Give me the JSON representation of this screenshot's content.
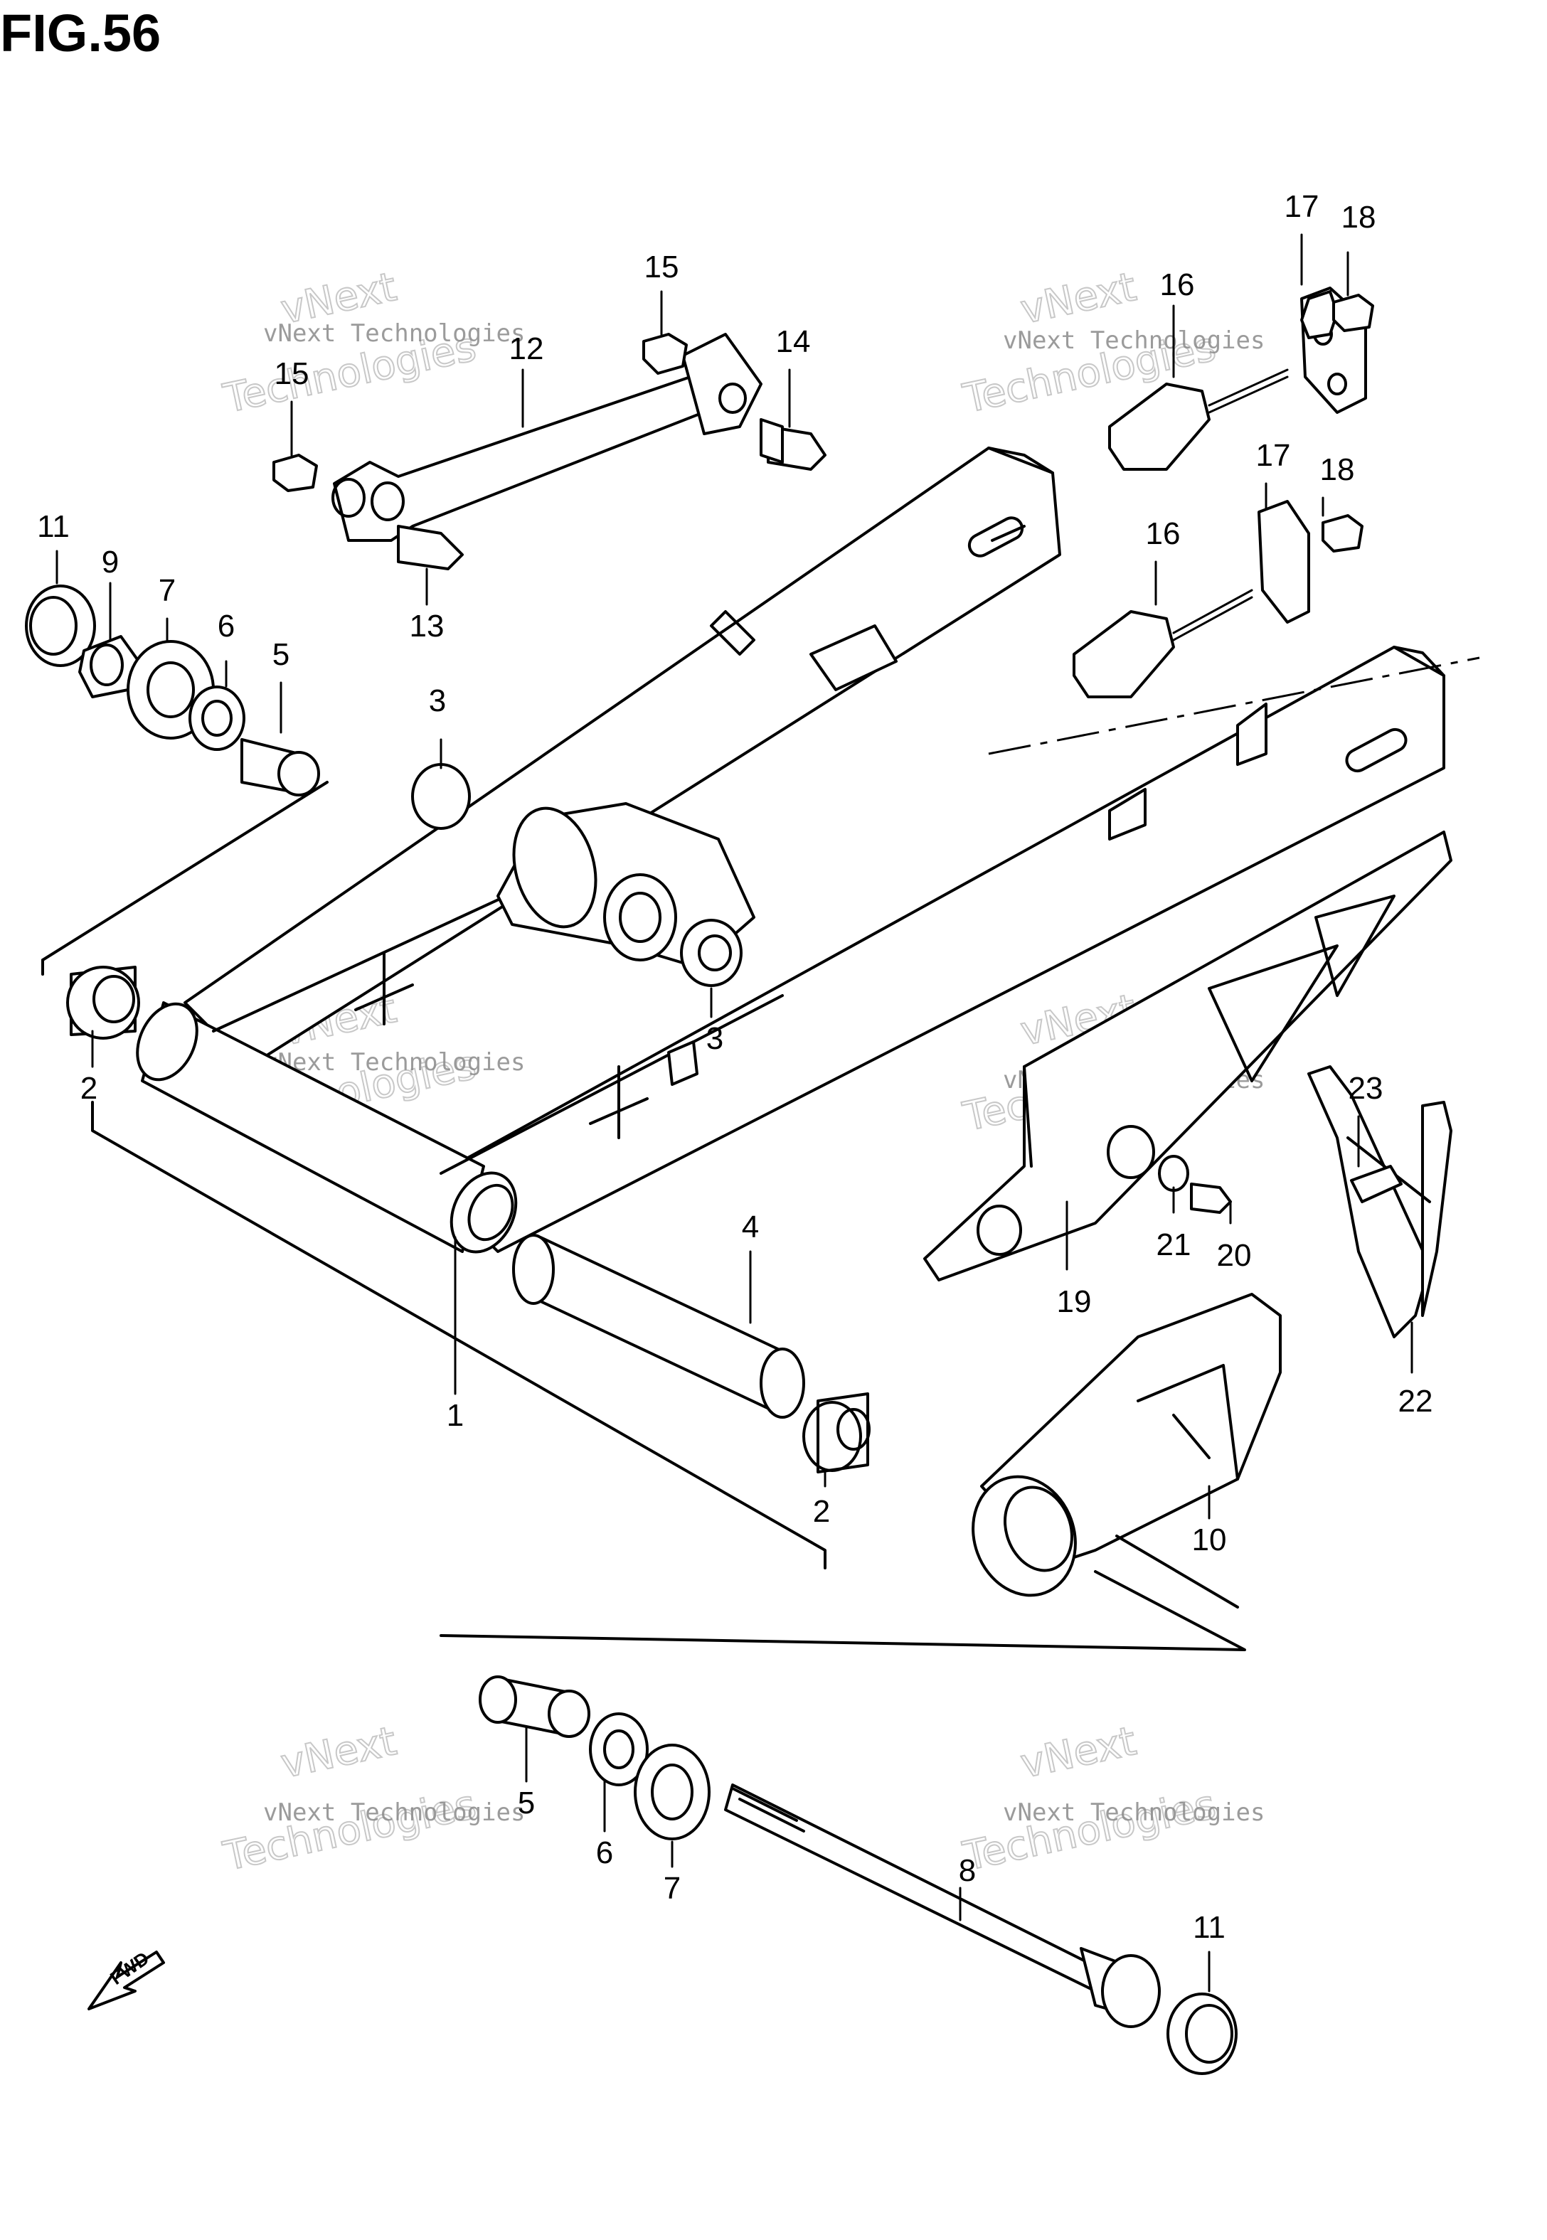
{
  "figure": {
    "title": "FIG.56"
  },
  "watermark": {
    "line1": "vNext Technologies",
    "line2": "vNext",
    "line3": "Technologies"
  },
  "fwd_badge": {
    "label": "FWD"
  },
  "callouts": {
    "c1": "1",
    "c2a": "2",
    "c2b": "2",
    "c3a": "3",
    "c3b": "3",
    "c4": "4",
    "c5a": "5",
    "c5b": "5",
    "c6a": "6",
    "c6b": "6",
    "c7a": "7",
    "c7b": "7",
    "c8": "8",
    "c9": "9",
    "c10": "10",
    "c11a": "11",
    "c11b": "11",
    "c12": "12",
    "c13": "13",
    "c14": "14",
    "c15a": "15",
    "c15b": "15",
    "c16a": "16",
    "c16b": "16",
    "c17a": "17",
    "c17b": "17",
    "c18a": "18",
    "c18b": "18",
    "c19": "19",
    "c20": "20",
    "c21": "21",
    "c22": "22",
    "c23": "23"
  }
}
